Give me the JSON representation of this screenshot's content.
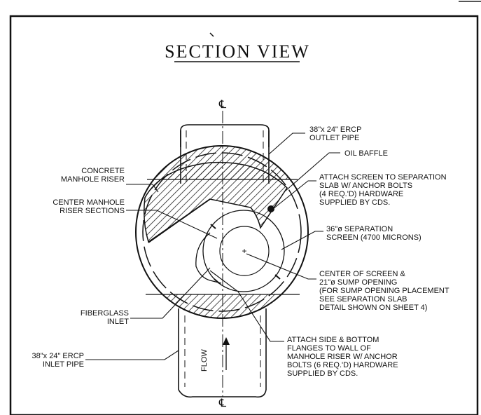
{
  "title": "SECTION VIEW",
  "centerline_symbol": "℄",
  "flow_label": "FLOW",
  "labels": {
    "outlet_pipe": [
      "38\"x 24\" ERCP",
      "OUTLET PIPE"
    ],
    "oil_baffle": [
      "OIL BAFFLE"
    ],
    "attach_screen": [
      "ATTACH SCREEN TO SEPARATION",
      "SLAB W/ ANCHOR BOLTS",
      "(4 REQ.'D) HARDWARE",
      "SUPPLIED BY CDS."
    ],
    "concrete_riser": [
      "CONCRETE",
      "MANHOLE RISER"
    ],
    "center_riser": [
      "CENTER MANHOLE",
      "RISER SECTIONS"
    ],
    "separation_screen": [
      "36\"ø SEPARATION",
      "SCREEN (4700 MICRONS)"
    ],
    "center_of_screen": [
      "CENTER OF SCREEN &",
      "21\"ø SUMP OPENING",
      "(FOR SUMP OPENING PLACEMENT",
      "SEE SEPARATION SLAB",
      "DETAIL SHOWN ON SHEET 4)"
    ],
    "fiberglass_inlet": [
      "FIBERGLASS",
      "INLET"
    ],
    "inlet_pipe": [
      "38\"x 24\" ERCP",
      "INLET PIPE"
    ],
    "attach_side": [
      "ATTACH SIDE & BOTTOM",
      "FLANGES TO WALL OF",
      "MANHOLE RISER W/ ANCHOR",
      "BOLTS (6 REQ.'D) HARDWARE",
      "SUPPLIED BY CDS."
    ]
  }
}
